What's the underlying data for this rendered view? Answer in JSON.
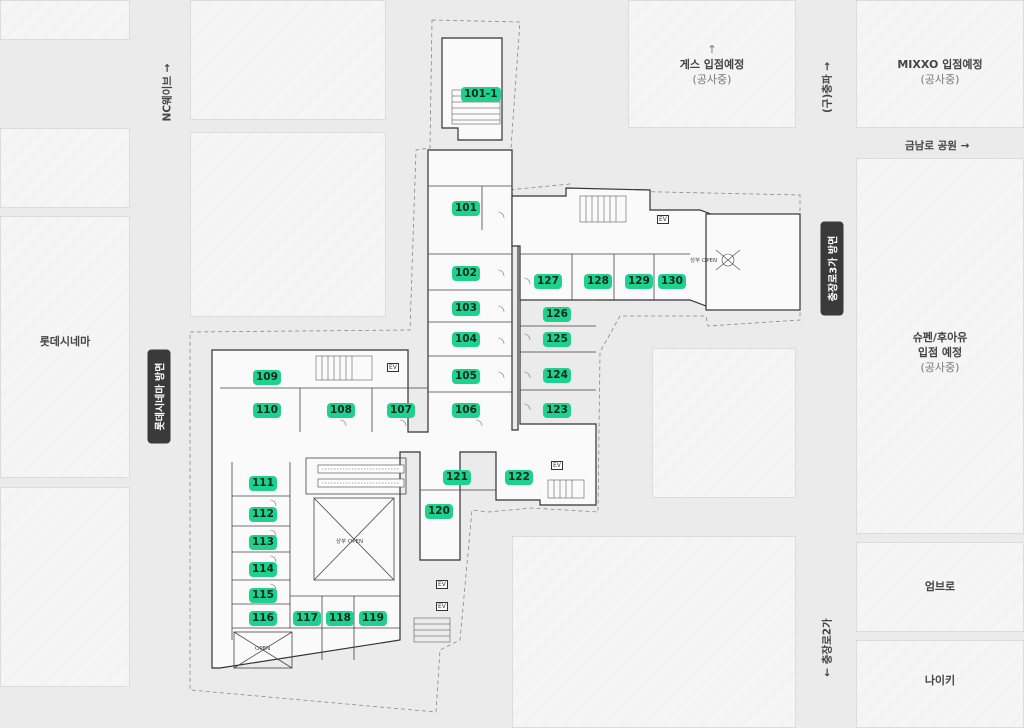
{
  "surroundings": {
    "lotte_cinema": "롯데시네마",
    "guess_title": "게스 입점예정",
    "guess_sub": "(공사중)",
    "mixxo_title": "MIXXO 입점예정",
    "mixxo_sub": "(공사중)",
    "spao_line1": "슈펜/후아유",
    "spao_line2": "입점 예정",
    "spao_sub": "(공사중)",
    "umbro": "엄브로",
    "nike": "나이키"
  },
  "streets": {
    "nc_wave": "NC웨이브 →",
    "old_chungpa": "(구)충파 →",
    "geumnamro_park": "금남로 공원 →",
    "chungjangro2ga": "← 충장로2가"
  },
  "direction_labels": {
    "lotte_cinema_direction": "롯데시네마 방면",
    "chungjangro3ga_direction": "충장로3가 방면"
  },
  "floor_labels": {
    "ev": "EV",
    "open": "OPEN",
    "upper_open": "상부 OPEN"
  },
  "units": [
    {
      "id": "101-1"
    },
    {
      "id": "101"
    },
    {
      "id": "102"
    },
    {
      "id": "103"
    },
    {
      "id": "104"
    },
    {
      "id": "105"
    },
    {
      "id": "106"
    },
    {
      "id": "107"
    },
    {
      "id": "108"
    },
    {
      "id": "109"
    },
    {
      "id": "110"
    },
    {
      "id": "111"
    },
    {
      "id": "112"
    },
    {
      "id": "113"
    },
    {
      "id": "114"
    },
    {
      "id": "115"
    },
    {
      "id": "116"
    },
    {
      "id": "117"
    },
    {
      "id": "118"
    },
    {
      "id": "119"
    },
    {
      "id": "120"
    },
    {
      "id": "121"
    },
    {
      "id": "122"
    },
    {
      "id": "123"
    },
    {
      "id": "124"
    },
    {
      "id": "125"
    },
    {
      "id": "126"
    },
    {
      "id": "127"
    },
    {
      "id": "128"
    },
    {
      "id": "129"
    },
    {
      "id": "130"
    }
  ],
  "colors": {
    "unit_badge": "#1fd18f",
    "direction_pill": "#3a3a3a",
    "background": "#ebebeb"
  }
}
